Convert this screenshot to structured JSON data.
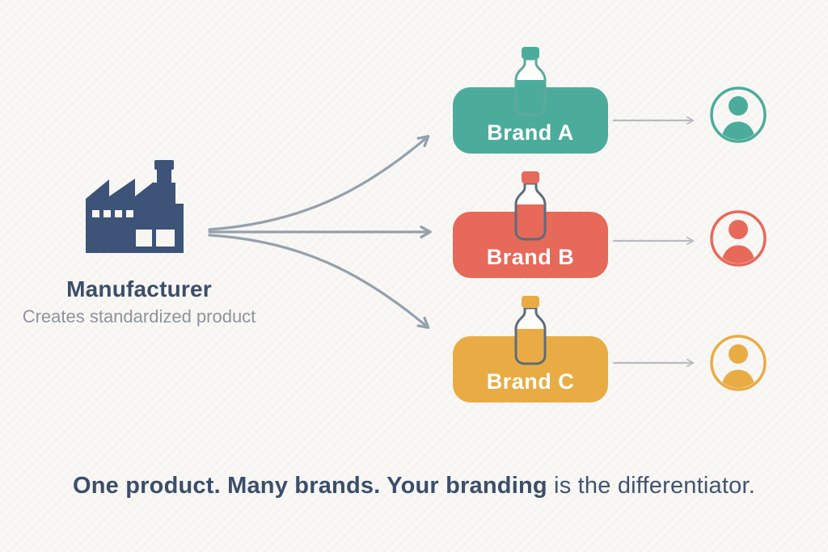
{
  "manufacturer": {
    "label": "Manufacturer",
    "sublabel": "Creates standardized product",
    "icon_color": "#3d5377"
  },
  "brands": [
    {
      "label": "Brand A",
      "color": "#4cac9c",
      "bottle_outline": "#5fa89c"
    },
    {
      "label": "Brand B",
      "color": "#e7695a",
      "bottle_outline": "#5e6c7b"
    },
    {
      "label": "Brand C",
      "color": "#e9ac45",
      "bottle_outline": "#5e6c7b"
    }
  ],
  "headline": {
    "bold": "One product. Many brands. Your branding",
    "regular": " is the differentiator."
  },
  "colors": {
    "fan_arrow": "#95a1ad",
    "connector_arrow": "#b7bbc1",
    "heading_text": "#3b4e69",
    "subtext": "#8e939c",
    "bottle_body": "#fcfcfa",
    "background": "#f7f6f3"
  }
}
